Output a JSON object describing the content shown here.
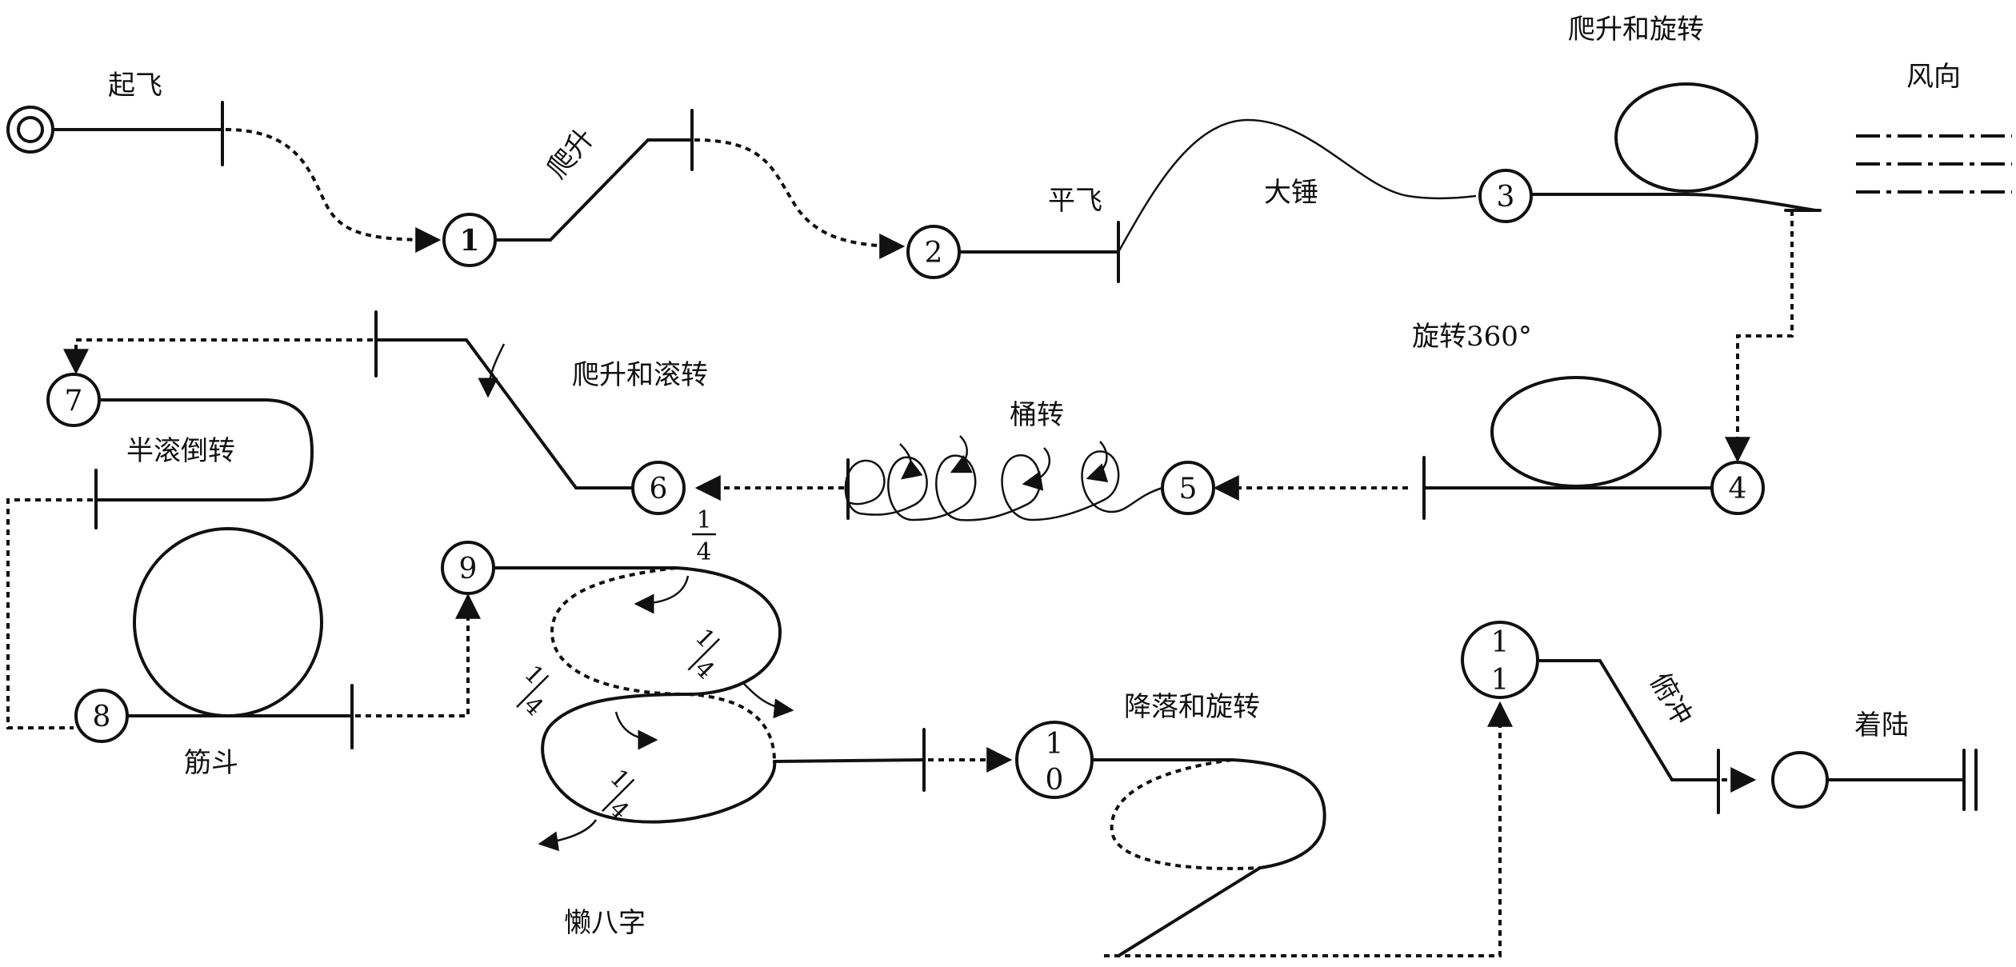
{
  "labels": {
    "takeoff": "起飞",
    "climb": "爬升",
    "level": "平飞",
    "hammer": "大锤",
    "climb_spin": "爬升和旋转",
    "wind": "风向",
    "spin360": "旋转360°",
    "climb_roll": "爬升和滚转",
    "barrel": "桶转",
    "half_roll": "半滚倒转",
    "loop": "筋斗",
    "lazy_eight": "懒八字",
    "descend_spin": "降落和旋转",
    "dive": "俯冲",
    "landing": "着陆"
  },
  "stations": {
    "s1": "1",
    "s2": "2",
    "s3": "3",
    "s4": "4",
    "s5": "5",
    "s6": "6",
    "s7": "7",
    "s8": "8",
    "s9": "9",
    "s10_top": "1",
    "s10_bottom": "0",
    "s11_top": "1",
    "s11_bottom": "1"
  },
  "fractions": {
    "numerator": "1",
    "denominator": "4"
  }
}
